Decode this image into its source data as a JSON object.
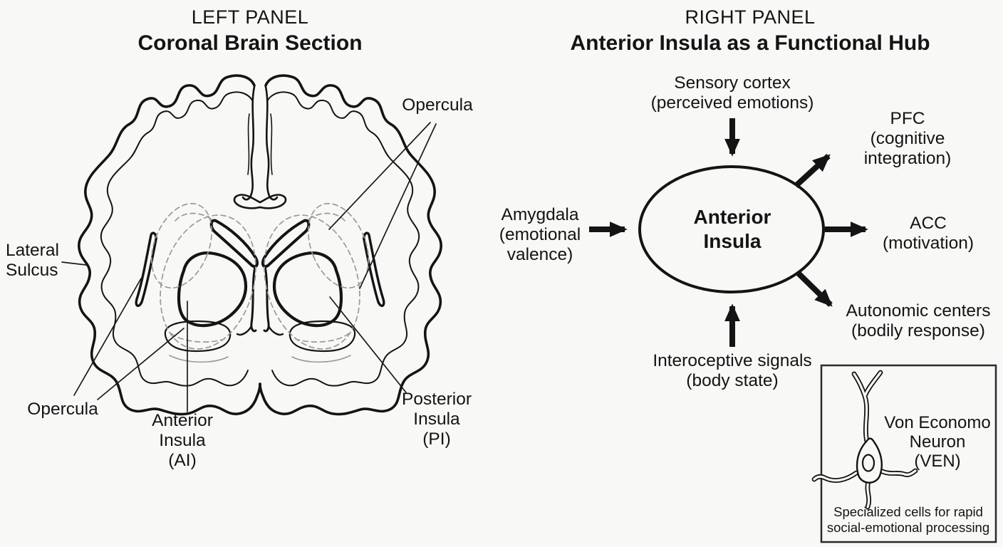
{
  "colors": {
    "ink": "#141414",
    "dashed_gray": "#9a9a9a",
    "background": "#f8f8f7"
  },
  "left_panel": {
    "title": "LEFT PANEL",
    "subtitle": "Coronal Brain Section",
    "labels": {
      "opercula_top": {
        "lines": [
          "Opercula"
        ]
      },
      "lateral_sulcus": {
        "lines": [
          "Lateral",
          "Sulcus"
        ]
      },
      "opercula_bottom": {
        "lines": [
          "Opercula"
        ]
      },
      "anterior_insula": {
        "lines": [
          "Anterior",
          "Insula",
          "(AI)"
        ]
      },
      "posterior_insula": {
        "lines": [
          "Posterior",
          "Insula",
          "(PI)"
        ]
      }
    }
  },
  "right_panel": {
    "title": "RIGHT PANEL",
    "subtitle": "Anterior Insula as a Functional Hub",
    "hub": {
      "lines": [
        "Anterior",
        "Insula"
      ]
    },
    "inputs": {
      "sensory": {
        "lines": [
          "Sensory cortex",
          "(perceived emotions)"
        ]
      },
      "amygdala": {
        "lines": [
          "Amygdala",
          "(emotional",
          "valence)"
        ]
      },
      "interoceptive": {
        "lines": [
          "Interoceptive signals",
          "(body state)"
        ]
      }
    },
    "outputs": {
      "pfc": {
        "lines": [
          "PFC",
          "(cognitive",
          "integration)"
        ]
      },
      "acc": {
        "lines": [
          "ACC",
          "(motivation)"
        ]
      },
      "autonomic": {
        "lines": [
          "Autonomic centers",
          "(bodily response)"
        ]
      }
    },
    "ven_box": {
      "label": {
        "lines": [
          "Von Economo",
          "Neuron",
          "(VEN)"
        ]
      },
      "caption": {
        "lines": [
          "Specialized cells for rapid",
          "social-emotional processing"
        ]
      }
    }
  }
}
